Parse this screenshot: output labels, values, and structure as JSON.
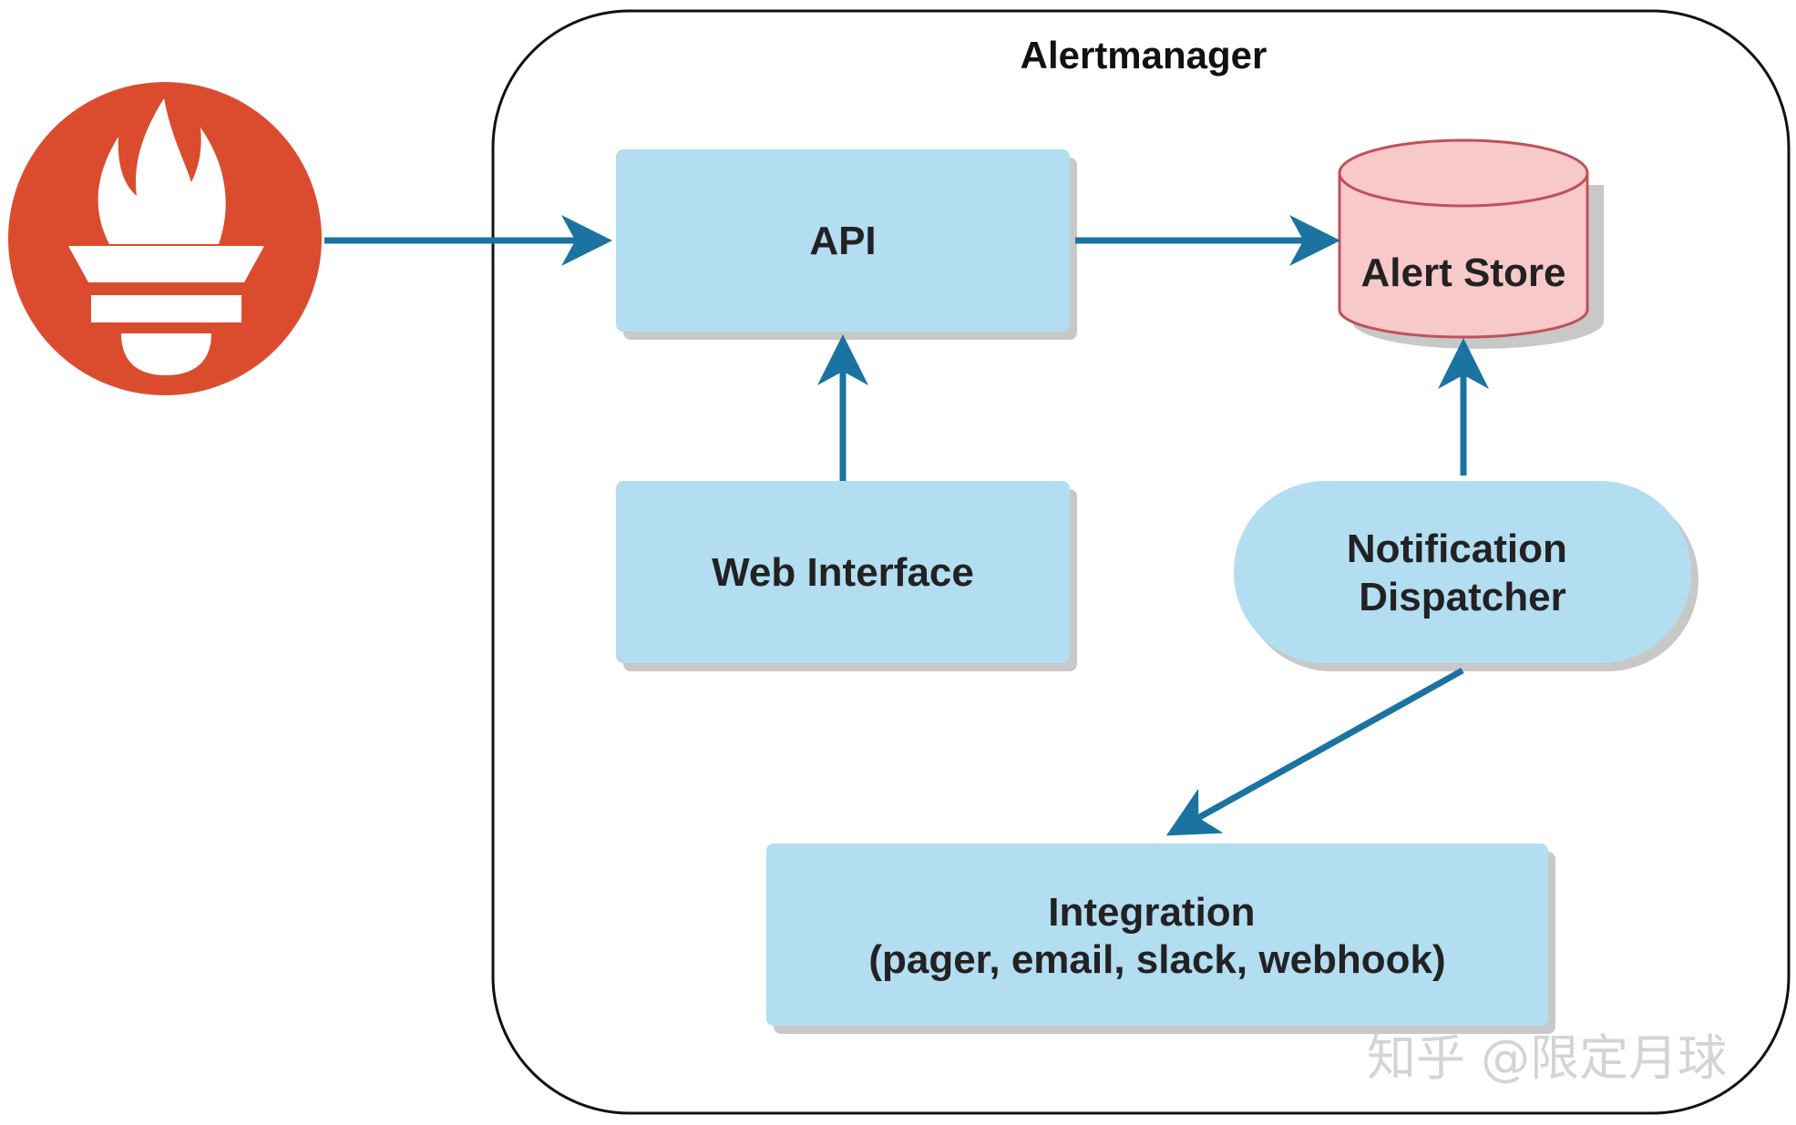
{
  "title": "Alertmanager",
  "nodes": {
    "api": "API",
    "web_interface": "Web Interface",
    "alert_store": "Alert Store",
    "notification_dispatcher": [
      "Notification",
      "Dispatcher"
    ],
    "integration": [
      "Integration",
      "(pager, email, slack, webhook)"
    ]
  },
  "logo": {
    "name": "prometheus-logo",
    "color": "#db4c2e"
  },
  "colors": {
    "box_fill": "#b3ddf1",
    "box_shadow": "#c8c8c8",
    "store_fill": "#f7c9c9",
    "store_stroke": "#c0505a",
    "arrow": "#1a73a0",
    "frame": "#111111"
  },
  "watermark": "知乎 @限定月球"
}
